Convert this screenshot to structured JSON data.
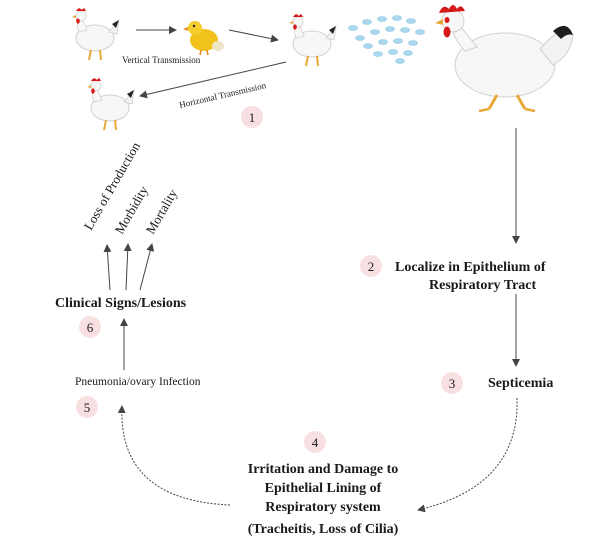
{
  "transmission": {
    "vertical_label": "Vertical Transmission",
    "horizontal_label": "Horizontal Transmission"
  },
  "steps": {
    "s1": {
      "number": "1"
    },
    "s2": {
      "number": "2",
      "line1": "Localize in Epithelium of",
      "line2": "Respiratory Tract"
    },
    "s3": {
      "number": "3",
      "label": "Septicemia"
    },
    "s4": {
      "number": "4",
      "line1": "Irritation and Damage to",
      "line2": "Epithelial Lining of",
      "line3": "Respiratory system",
      "line4": "(Tracheitis, Loss of Cilia)"
    },
    "s5": {
      "number": "5",
      "label": "Pneumonia/ovary Infection"
    },
    "s6": {
      "number": "6",
      "label": "Clinical Signs/Lesions"
    }
  },
  "outcomes": [
    "Loss of Production",
    "Morbidity",
    "Mortality"
  ],
  "colors": {
    "badge_fill": "#f8dfe2",
    "arrow": "#444444",
    "bacteria": "#a9d8ef",
    "comb": "#d61a1a"
  }
}
